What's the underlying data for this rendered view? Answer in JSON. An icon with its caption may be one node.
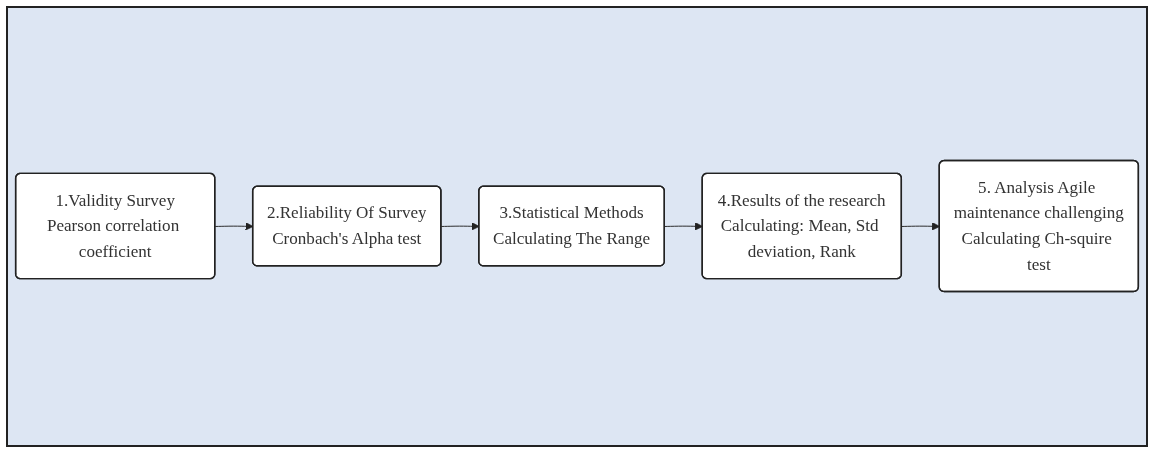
{
  "diagram": {
    "nodes": [
      {
        "text": [
          "1.Validity Survey",
          "Pearson correlation coefficient"
        ]
      },
      {
        "text": [
          "2.Reliability Of Survey",
          "Cronbach's Alpha test"
        ]
      },
      {
        "text": [
          "3.Statistical Methods",
          "Calculating The Range"
        ]
      },
      {
        "text": [
          "4.Results of the research",
          "Calculating: Mean, Std deviation, Rank"
        ]
      },
      {
        "text": [
          "5. Analysis Agile maintenance challenging",
          "Calculating Ch-squire test"
        ]
      }
    ],
    "edges": [
      {
        "from": 0,
        "to": 1,
        "arrow": "to"
      },
      {
        "from": 1,
        "to": 2,
        "arrow": "to"
      },
      {
        "from": 2,
        "to": 3,
        "arrow": "to"
      },
      {
        "from": 3,
        "to": 4,
        "arrow": "to"
      }
    ]
  }
}
